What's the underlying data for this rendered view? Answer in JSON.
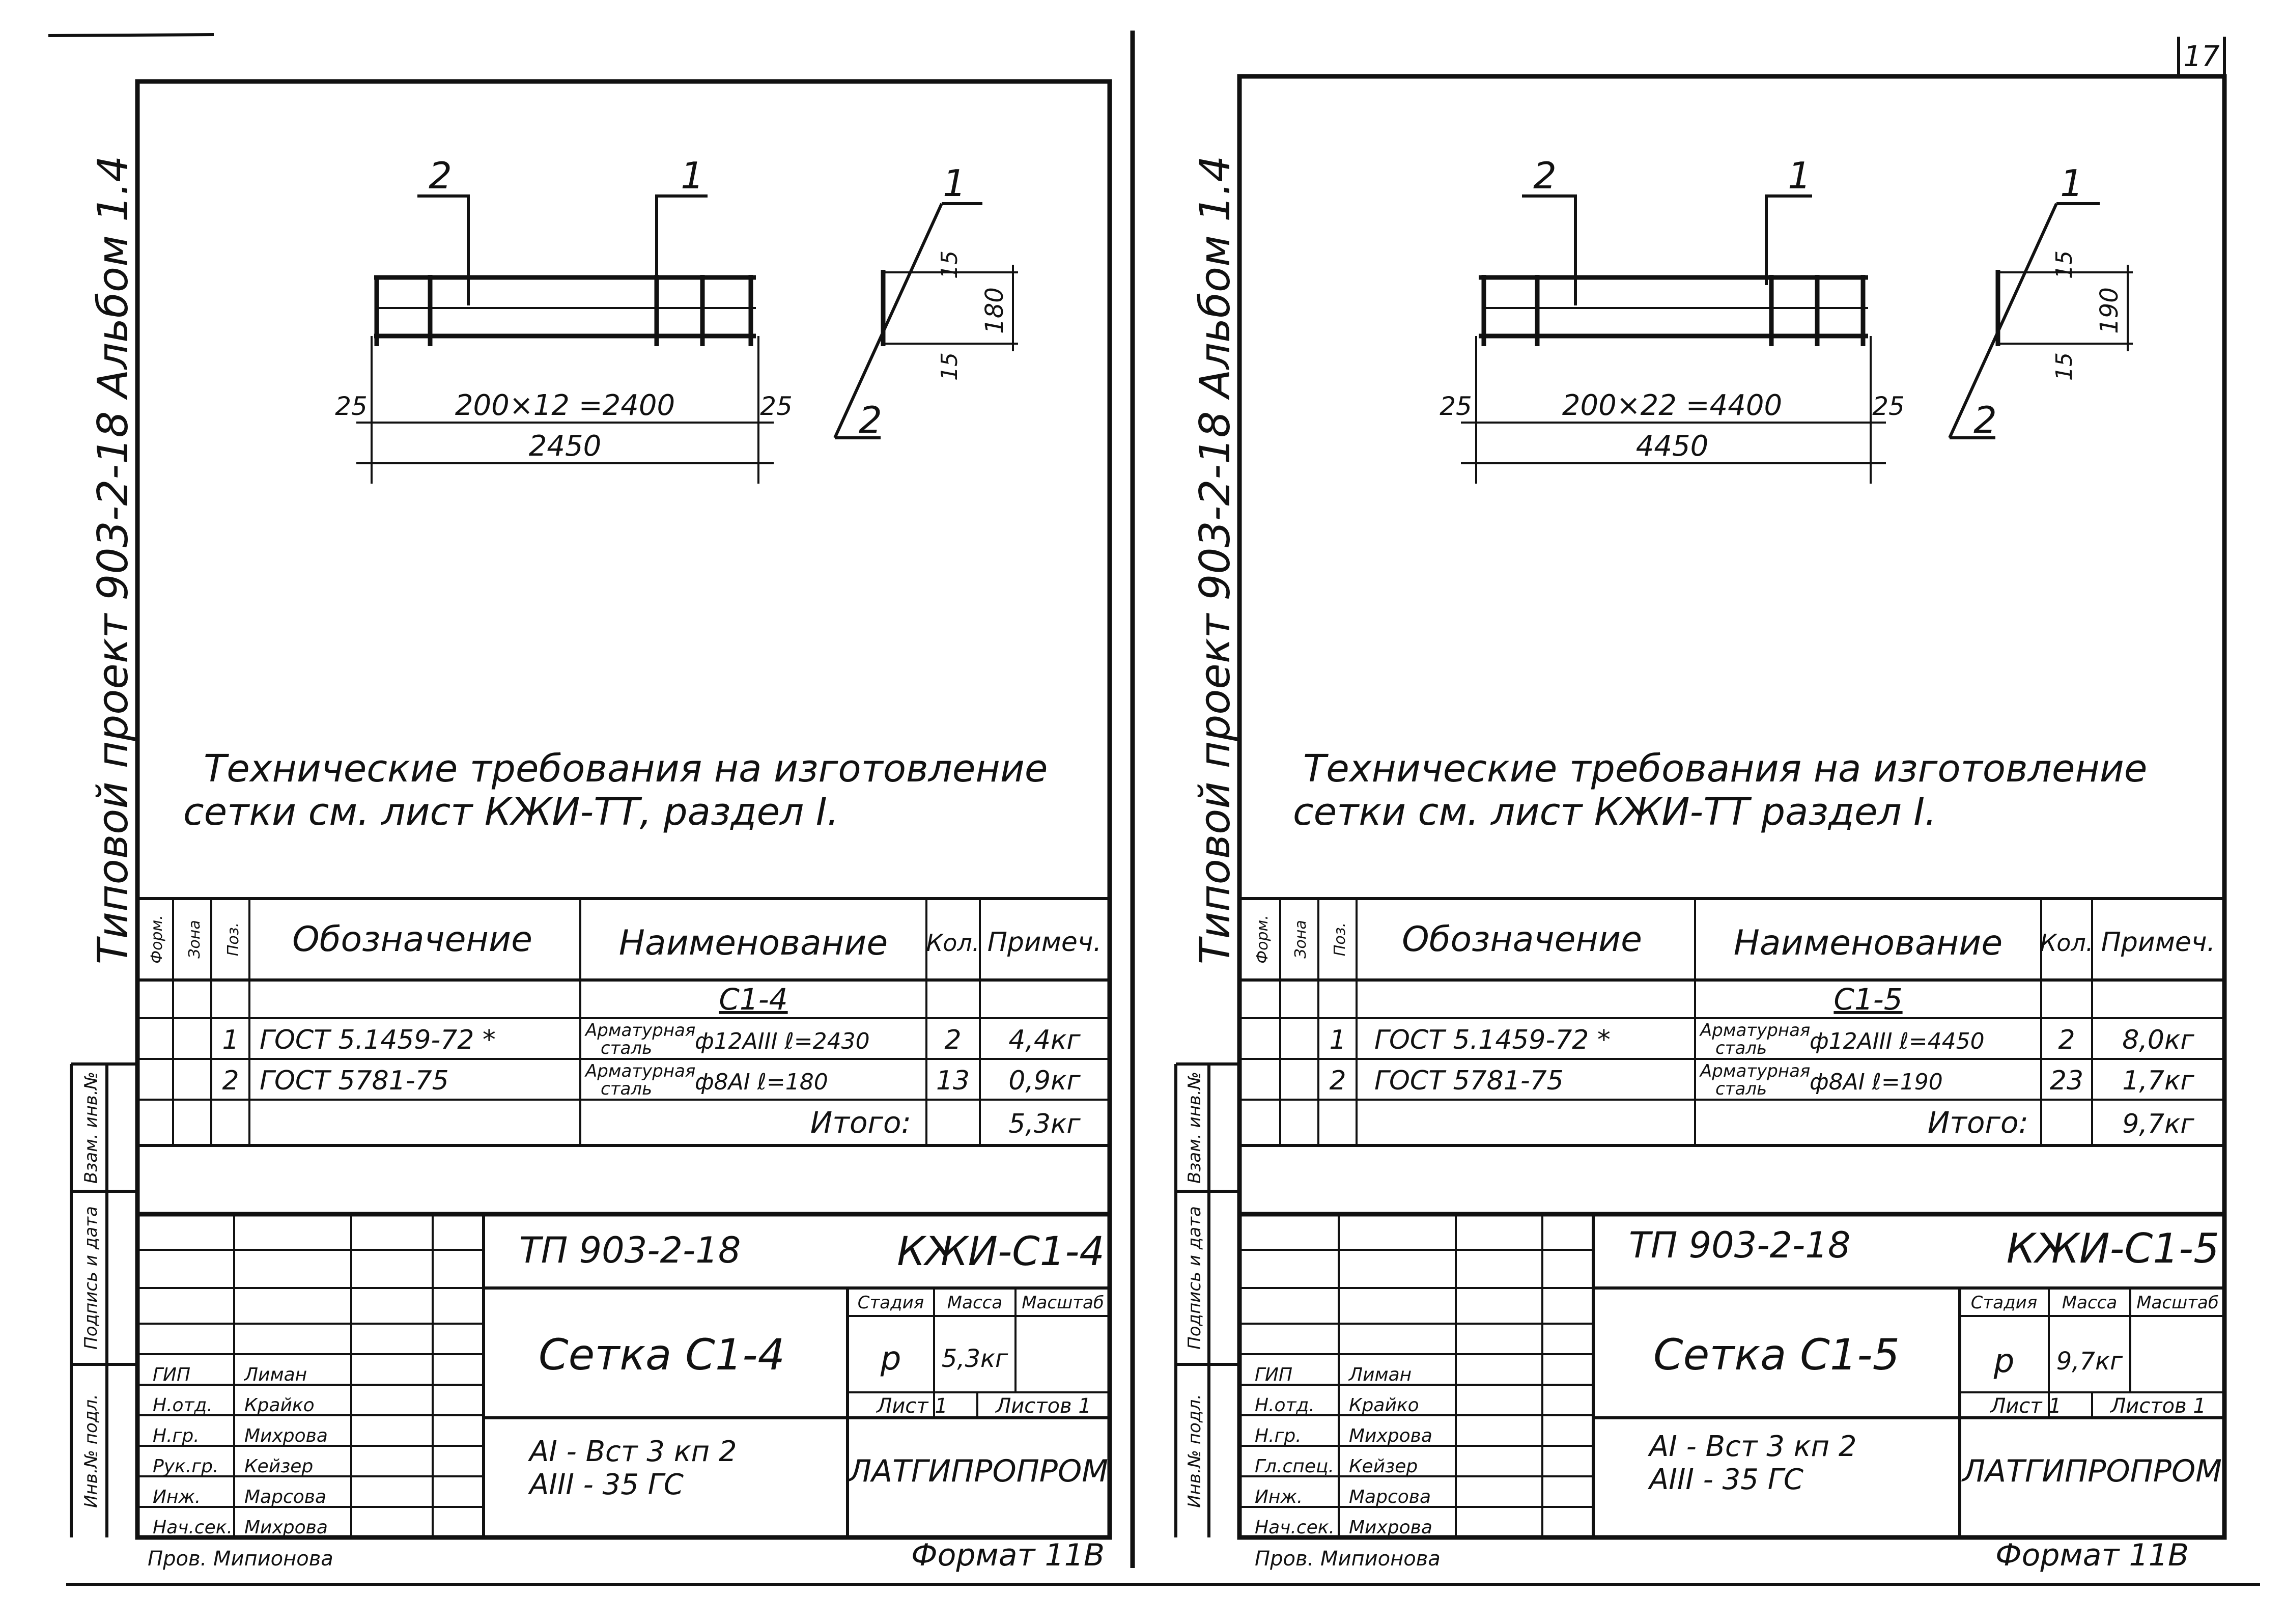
{
  "page_number": "17",
  "sheets": [
    {
      "side_label": "Типовой   проект   903-2-18   Альбом 1.4",
      "pos_labels": {
        "top2": "2",
        "top1": "1",
        "sec1": "1",
        "sec2": "2"
      },
      "dims": {
        "left": "25",
        "right": "25",
        "span": "200×12 =2400",
        "total": "2450",
        "sec_top": "15",
        "sec_bot": "15",
        "sec_h": "180"
      },
      "notes": [
        "Технические  требования  на  изготовление",
        "сетки   см.  лист   КЖИ-ТТ,  раздел  I."
      ],
      "side_stamp": [
        "Инв.№ подл.",
        "Подпись и дата",
        "Взам. инв.№"
      ],
      "spec_headers": {
        "format": "Форм.",
        "zone": "Зона",
        "pos": "Поз.",
        "designation": "Обозначение",
        "name": "Наименование",
        "qty": "Кол.",
        "note": "Примеч."
      },
      "spec_group": "С1-4",
      "rows": [
        {
          "pos": "1",
          "designation": "ГОСТ 5.1459-72 *",
          "name_top": "Арматурная",
          "name_bottom": "сталь",
          "name_spec": "ф12АIII  ℓ=2430",
          "qty": "2",
          "note": "4,4кг"
        },
        {
          "pos": "2",
          "designation": "ГОСТ 5781-75",
          "name_top": "Арматурная",
          "name_bottom": "сталь",
          "name_spec": "ф8АI  ℓ=180",
          "qty": "13",
          "note": "0,9кг"
        }
      ],
      "total_label": "Итого:",
      "total_value": "5,3кг",
      "title_block": {
        "project_code": "ТП 903-2-18",
        "sheet_code": "КЖИ-С1-4",
        "title": "Сетка С1-4",
        "stage_label": "Стадия",
        "mass_label": "Масса",
        "scale_label": "Масштаб",
        "stage": "р",
        "mass": "5,3кг",
        "sheet_label": "Лист 1",
        "sheets_label": "Листов 1",
        "material_1": "АI - Вст 3 кп 2",
        "material_2": "АIII - 35 ГС",
        "organization": "ЛАТГИПРОПРОМ",
        "signers": [
          "ГИП",
          "Н.отд.",
          "Н.гр.",
          "Рук.гр.",
          "Инж.",
          "Нач.сек."
        ],
        "names": [
          "Лиман",
          "Крайко",
          "Михрова",
          "Кейзер",
          "Марсова",
          "Михрова"
        ],
        "checked_by": "Пров.   Мипионова"
      },
      "format": "Формат 11В"
    },
    {
      "side_label": "Типовой   проект   903-2-18   Альбом 1.4",
      "pos_labels": {
        "top2": "2",
        "top1": "1",
        "sec1": "1",
        "sec2": "2"
      },
      "dims": {
        "left": "25",
        "right": "25",
        "span": "200×22 =4400",
        "total": "4450",
        "sec_top": "15",
        "sec_bot": "15",
        "sec_h": "190"
      },
      "notes": [
        "Технические   требования  на  изготовление",
        "сетки  см.  лист   КЖИ-ТТ  раздел  I."
      ],
      "side_stamp": [
        "Инв.№ подл.",
        "Подпись и дата",
        "Взам. инв.№"
      ],
      "spec_headers": {
        "format": "Форм.",
        "zone": "Зона",
        "pos": "Поз.",
        "designation": "Обозначение",
        "name": "Наименование",
        "qty": "Кол.",
        "note": "Примеч."
      },
      "spec_group": "С1-5",
      "rows": [
        {
          "pos": "1",
          "designation": "ГОСТ  5.1459-72 *",
          "name_top": "Арматурная",
          "name_bottom": "сталь",
          "name_spec": "ф12АIII  ℓ=4450",
          "qty": "2",
          "note": "8,0кг"
        },
        {
          "pos": "2",
          "designation": "ГОСТ  5781-75",
          "name_top": "Арматурная",
          "name_bottom": "сталь",
          "name_spec": "ф8АI  ℓ=190",
          "qty": "23",
          "note": "1,7кг"
        }
      ],
      "total_label": "Итого:",
      "total_value": "9,7кг",
      "title_block": {
        "project_code": "ТП 903-2-18",
        "sheet_code": "КЖИ-С1-5",
        "title": "Сетка С1-5",
        "stage_label": "Стадия",
        "mass_label": "Масса",
        "scale_label": "Масштаб",
        "stage": "р",
        "mass": "9,7кг",
        "sheet_label": "Лист 1",
        "sheets_label": "Листов 1",
        "material_1": "АI - Вст 3 кп 2",
        "material_2": "АIII - 35 ГС",
        "organization": "ЛАТГИПРОПРОМ",
        "signers": [
          "ГИП",
          "Н.отд.",
          "Н.гр.",
          "Гл.спец.",
          "Инж.",
          "Нач.сек."
        ],
        "names": [
          "Лиман",
          "Крайко",
          "Михрова",
          "Кейзер",
          "Марсова",
          "Михрова"
        ],
        "checked_by": "Пров.   Мипионова"
      },
      "format": "Формат 11В"
    }
  ]
}
